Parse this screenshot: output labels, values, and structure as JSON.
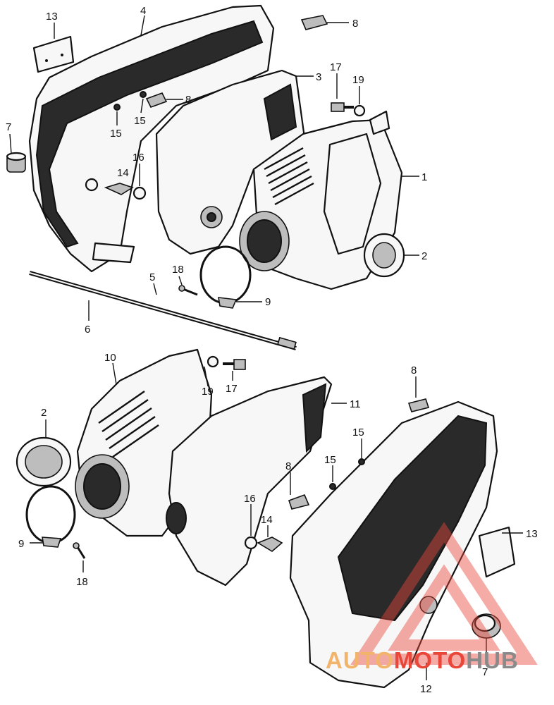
{
  "callouts": {
    "c1": "1",
    "c2a": "2",
    "c2b": "2",
    "c3": "3",
    "c4": "4",
    "c5": "5",
    "c6": "6",
    "c7a": "7",
    "c7b": "7",
    "c8a": "8",
    "c8b": "8",
    "c8c": "8",
    "c8d": "8",
    "c9a": "9",
    "c9b": "9",
    "c10": "10",
    "c11": "11",
    "c12": "12",
    "c13a": "13",
    "c13b": "13",
    "c14a": "14",
    "c14b": "14",
    "c15a": "15",
    "c15b": "15",
    "c15c": "15",
    "c15d": "15",
    "c16a": "16",
    "c16b": "16",
    "c17a": "17",
    "c17b": "17",
    "c18a": "18",
    "c18b": "18",
    "c19a": "19",
    "c19b": "19"
  },
  "watermark": {
    "part1": "AUTO",
    "part2": "MOTO",
    "part3": "HUB",
    "color1": "#f2b46a",
    "color2": "#e8473a",
    "color3": "#8a8a8a"
  }
}
